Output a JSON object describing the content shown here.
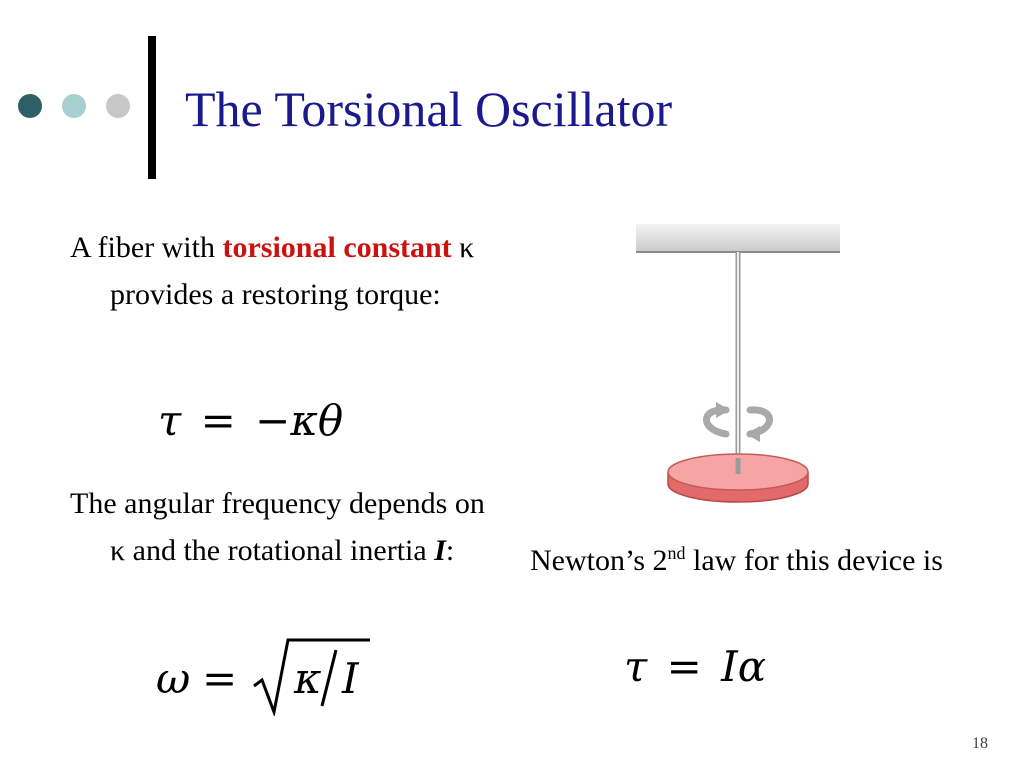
{
  "slide": {
    "title": "The Torsional Oscillator",
    "page_number": "18",
    "colors": {
      "title": "#1a1a8c",
      "accent": "#cc1111",
      "dot1": "#2f5f66",
      "dot2": "#a8cfd0",
      "dot3": "#c8c8c8"
    }
  },
  "para1": {
    "text_before": "A fiber with ",
    "emphasis": "torsional constant",
    "symbol": "κ",
    "text_after": " provides a restoring torque:"
  },
  "eq1": {
    "lhs": "τ",
    "op": "=",
    "rhs": "−κθ"
  },
  "para2": {
    "text_before": "The angular frequency depends on ",
    "symbol": "κ",
    "text_mid": " and the rotational inertia ",
    "var": "I",
    "text_after": ":"
  },
  "eq2": {
    "lhs": "ω",
    "op": "=",
    "num": "κ",
    "den": "I"
  },
  "para3": {
    "text_before": "Newton’s 2",
    "sup": "nd",
    "text_after": " law for this device is"
  },
  "eq3": {
    "lhs": "τ",
    "op": "=",
    "rhs": "Iα"
  },
  "diagram": {
    "icons": [
      "ceiling-mount",
      "fiber",
      "rotation-arrows-icon",
      "disk"
    ],
    "colors": {
      "ceiling": "#d9d9d9",
      "fiber": "#bfbfbf",
      "disk_top": "#f29b9b",
      "disk_side": "#e57373",
      "arrows": "#b0b0b0"
    }
  }
}
